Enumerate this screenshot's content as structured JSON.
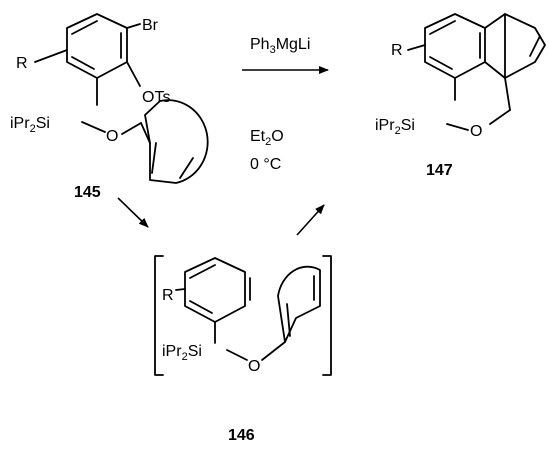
{
  "compounds": {
    "c145": {
      "label": "145",
      "br": "Br",
      "r": "R",
      "ots": "OTs",
      "si": "iPr2Si",
      "o": "O"
    },
    "c146": {
      "label": "146",
      "r": "R",
      "si": "iPr2Si",
      "o": "O"
    },
    "c147": {
      "label": "147",
      "r": "R",
      "si": "iPr2Si",
      "o": "O"
    }
  },
  "conditions": {
    "reagent": "Ph3MgLi",
    "solvent": "Et2O",
    "temperature": "0 °C"
  }
}
